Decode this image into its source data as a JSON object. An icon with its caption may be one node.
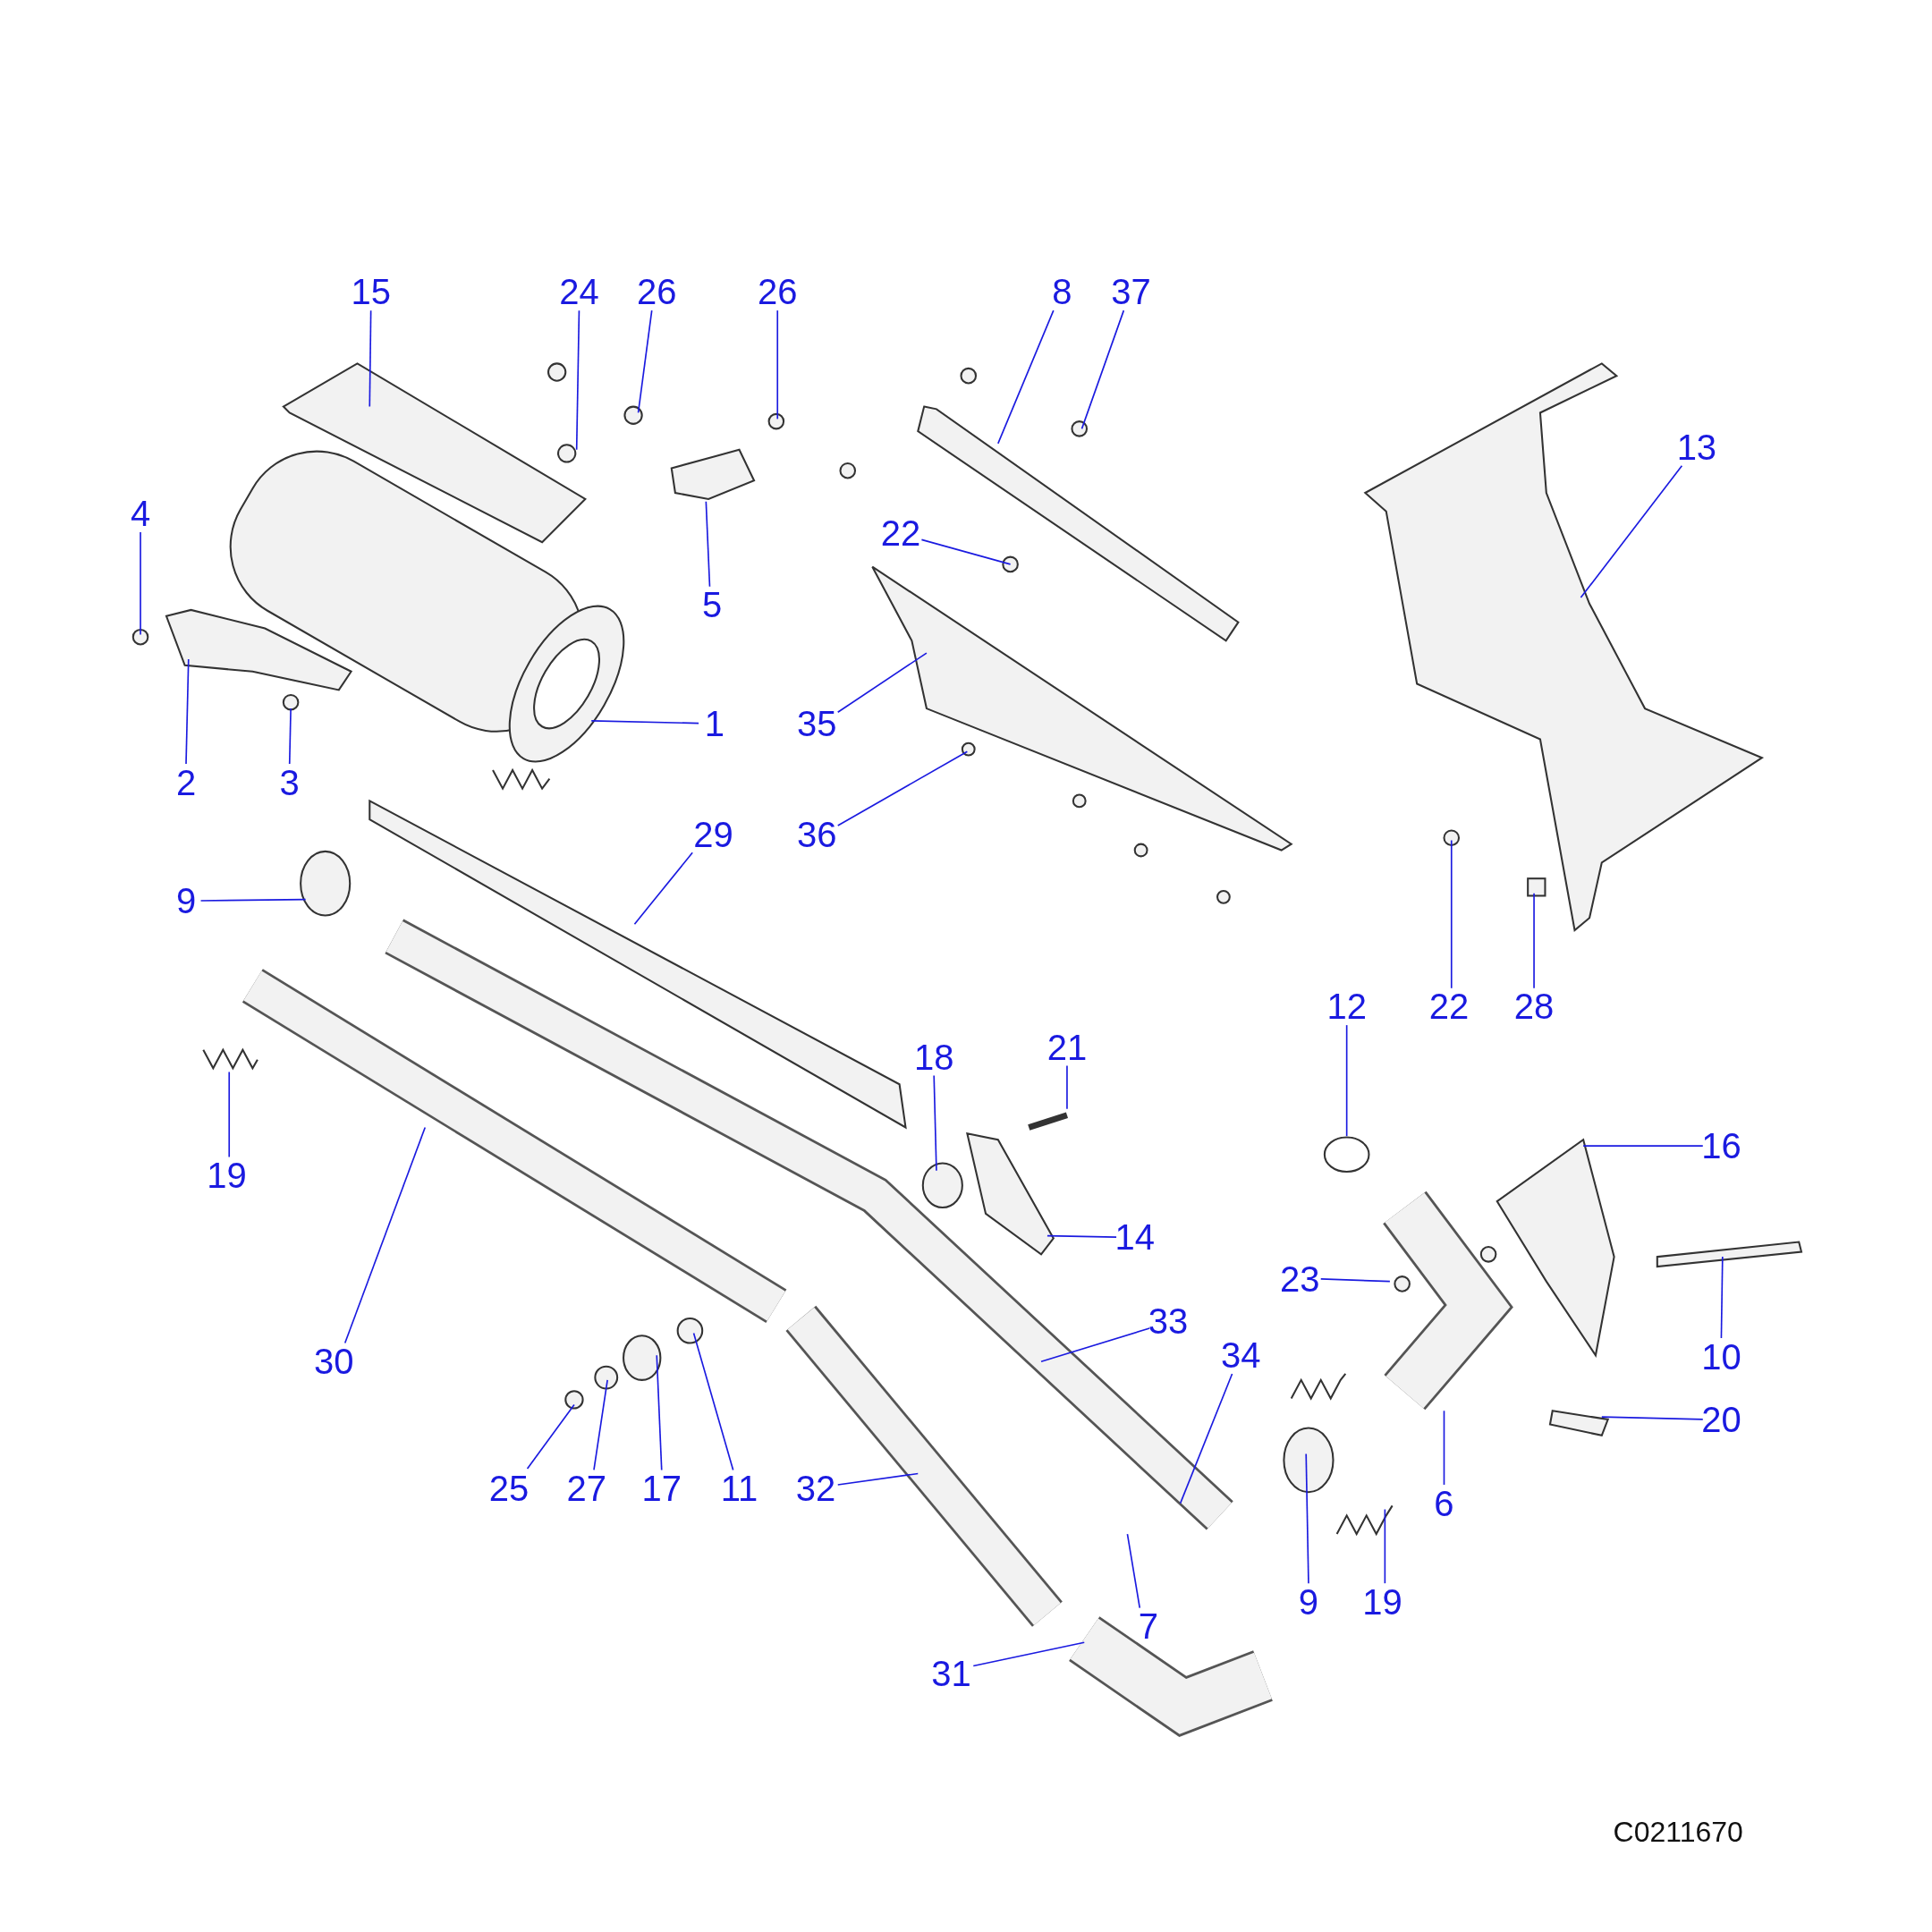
{
  "diagram": {
    "nodes": [
      {
        "text": [
          "15"
        ]
      },
      {
        "text": [
          "24"
        ]
      },
      {
        "text": [
          "26"
        ]
      },
      {
        "text": [
          "26"
        ]
      },
      {
        "text": [
          "8"
        ]
      },
      {
        "text": [
          "37"
        ]
      },
      {
        "text": [
          "13"
        ]
      },
      {
        "text": [
          "4"
        ]
      },
      {
        "text": [
          "22"
        ]
      },
      {
        "text": [
          "5"
        ]
      },
      {
        "text": [
          "1"
        ]
      },
      {
        "text": [
          "35"
        ]
      },
      {
        "text": [
          "2"
        ]
      },
      {
        "text": [
          "3"
        ]
      },
      {
        "text": [
          "29"
        ]
      },
      {
        "text": [
          "36"
        ]
      },
      {
        "text": [
          "9"
        ]
      },
      {
        "text": [
          "12"
        ]
      },
      {
        "text": [
          "22"
        ]
      },
      {
        "text": [
          "28"
        ]
      },
      {
        "text": [
          "18"
        ]
      },
      {
        "text": [
          "21"
        ]
      },
      {
        "text": [
          "16"
        ]
      },
      {
        "text": [
          "19"
        ]
      },
      {
        "text": [
          "14"
        ]
      },
      {
        "text": [
          "23"
        ]
      },
      {
        "text": [
          "33"
        ]
      },
      {
        "text": [
          "10"
        ]
      },
      {
        "text": [
          "30"
        ]
      },
      {
        "text": [
          "34"
        ]
      },
      {
        "text": [
          "20"
        ]
      },
      {
        "text": [
          "25"
        ]
      },
      {
        "text": [
          "27"
        ]
      },
      {
        "text": [
          "17"
        ]
      },
      {
        "text": [
          "11"
        ]
      },
      {
        "text": [
          "32"
        ]
      },
      {
        "text": [
          "6"
        ]
      },
      {
        "text": [
          "9"
        ]
      },
      {
        "text": [
          "19"
        ]
      },
      {
        "text": [
          "7"
        ]
      },
      {
        "text": [
          "31"
        ]
      }
    ],
    "edges": [
      {
        "from": 0,
        "to": null,
        "arrow": "none"
      },
      {
        "from": 1,
        "to": null,
        "arrow": "none"
      },
      {
        "from": 2,
        "to": null,
        "arrow": "none"
      },
      {
        "from": 3,
        "to": null,
        "arrow": "none"
      },
      {
        "from": 4,
        "to": null,
        "arrow": "none"
      },
      {
        "from": 5,
        "to": null,
        "arrow": "none"
      },
      {
        "from": 6,
        "to": null,
        "arrow": "none"
      },
      {
        "from": 7,
        "to": null,
        "arrow": "none"
      },
      {
        "from": 8,
        "to": null,
        "arrow": "none"
      },
      {
        "from": 9,
        "to": null,
        "arrow": "none"
      },
      {
        "from": 10,
        "to": null,
        "arrow": "none"
      },
      {
        "from": 11,
        "to": null,
        "arrow": "none"
      },
      {
        "from": 12,
        "to": null,
        "arrow": "none"
      },
      {
        "from": 13,
        "to": null,
        "arrow": "none"
      },
      {
        "from": 14,
        "to": null,
        "arrow": "none"
      },
      {
        "from": 15,
        "to": null,
        "arrow": "none"
      },
      {
        "from": 16,
        "to": null,
        "arrow": "none"
      },
      {
        "from": 17,
        "to": null,
        "arrow": "none"
      },
      {
        "from": 18,
        "to": null,
        "arrow": "none"
      },
      {
        "from": 19,
        "to": null,
        "arrow": "none"
      },
      {
        "from": 20,
        "to": null,
        "arrow": "none"
      },
      {
        "from": 21,
        "to": null,
        "arrow": "none"
      },
      {
        "from": 22,
        "to": null,
        "arrow": "none"
      },
      {
        "from": 23,
        "to": null,
        "arrow": "none"
      },
      {
        "from": 24,
        "to": null,
        "arrow": "none"
      },
      {
        "from": 25,
        "to": null,
        "arrow": "none"
      },
      {
        "from": 26,
        "to": null,
        "arrow": "none"
      },
      {
        "from": 27,
        "to": null,
        "arrow": "none"
      },
      {
        "from": 28,
        "to": null,
        "arrow": "none"
      },
      {
        "from": 29,
        "to": null,
        "arrow": "none"
      },
      {
        "from": 30,
        "to": null,
        "arrow": "none"
      },
      {
        "from": 31,
        "to": null,
        "arrow": "none"
      },
      {
        "from": 32,
        "to": null,
        "arrow": "none"
      },
      {
        "from": 33,
        "to": null,
        "arrow": "none"
      },
      {
        "from": 34,
        "to": null,
        "arrow": "none"
      },
      {
        "from": 35,
        "to": null,
        "arrow": "none"
      },
      {
        "from": 36,
        "to": null,
        "arrow": "none"
      },
      {
        "from": 37,
        "to": null,
        "arrow": "none"
      },
      {
        "from": 38,
        "to": null,
        "arrow": "none"
      },
      {
        "from": 39,
        "to": null,
        "arrow": "none"
      },
      {
        "from": 40,
        "to": null,
        "arrow": "none"
      }
    ],
    "labels": [
      "C0211670"
    ]
  }
}
